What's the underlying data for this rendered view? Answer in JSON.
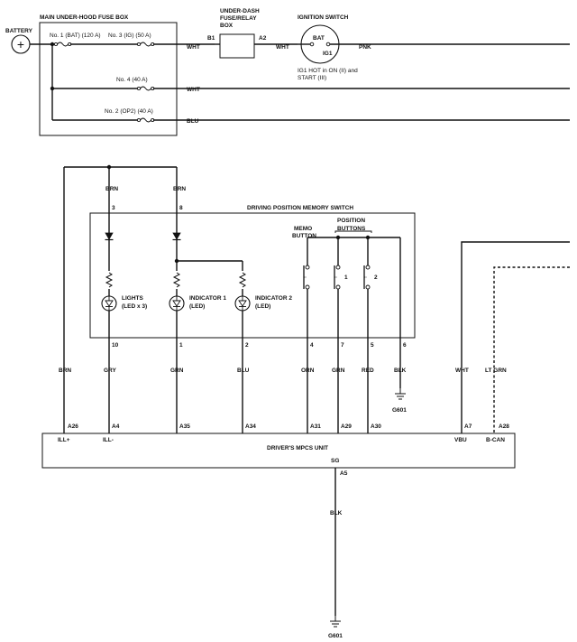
{
  "battery": {
    "label": "BATTERY"
  },
  "fuse_box": {
    "title": "MAIN UNDER-HOOD FUSE BOX",
    "fuses": {
      "no1": "No. 1 (BAT) (120 A)",
      "no3": "No. 3 (IG) (50 A)",
      "no4": "No. 4 (40 A)",
      "no2": "No. 2 (OP2) (40 A)"
    }
  },
  "relay_box": {
    "title_line1": "UNDER-DASH",
    "title_line2": "FUSE/RELAY",
    "title_line3": "BOX",
    "pin_in": "B1",
    "pin_out": "A2"
  },
  "ignition": {
    "title": "IGNITION SWITCH",
    "bat": "BAT",
    "ig1": "IG1",
    "note_line1": "IG1 HOT in ON (II) and",
    "note_line2": "START (III)"
  },
  "wire_colors": {
    "wht": "WHT",
    "pnk": "PNK",
    "blu": "BLU",
    "brn": "BRN",
    "gry": "GRY",
    "grn": "GRN",
    "orn": "ORN",
    "red": "RED",
    "blk": "BLK",
    "lt_grn": "LT GRN"
  },
  "memory_switch": {
    "title": "DRIVING POSITION MEMORY SWITCH",
    "memo_line1": "MEMO",
    "memo_line2": "BUTTON",
    "position_line1": "POSITION",
    "position_line2": "BUTTONS",
    "btn1": "1",
    "btn2": "2",
    "lights_line1": "LIGHTS",
    "lights_line2": "(LED x 3)",
    "ind1_line1": "INDICATOR 1",
    "ind1_line2": "(LED)",
    "ind2_line1": "INDICATOR 2",
    "ind2_line2": "(LED)",
    "pins": {
      "p3": "3",
      "p8": "8",
      "p10": "10",
      "p1": "1",
      "p2": "2",
      "p4": "4",
      "p7": "7",
      "p5": "5",
      "p6": "6"
    }
  },
  "grounds": {
    "g601_switch": "G601",
    "g601_bottom": "G601"
  },
  "mpcs": {
    "title": "DRIVER'S MPCS UNIT",
    "pins": {
      "a26": "A26",
      "a4": "A4",
      "a35": "A35",
      "a34": "A34",
      "a31": "A31",
      "a29": "A29",
      "a30": "A30",
      "a7": "A7",
      "a28": "A28",
      "a5": "A5"
    },
    "terminals": {
      "ill_plus": "ILL+",
      "ill_minus": "ILL-",
      "vbu": "VBU",
      "bcan": "B-CAN",
      "sg": "SG"
    }
  }
}
